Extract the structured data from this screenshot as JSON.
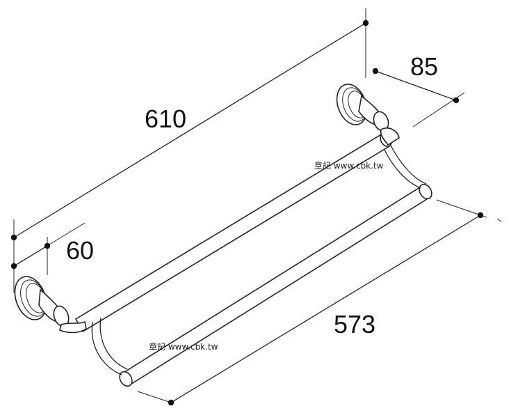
{
  "dimensions": {
    "overall_length": "610",
    "bar_length": "573",
    "bracket_projection": "85",
    "bar_spacing": "60"
  },
  "watermarks": [
    "章記 www.cbk.tw",
    "章記 www.cbk.tw"
  ],
  "colors": {
    "line": "#222222",
    "background": "#ffffff"
  }
}
